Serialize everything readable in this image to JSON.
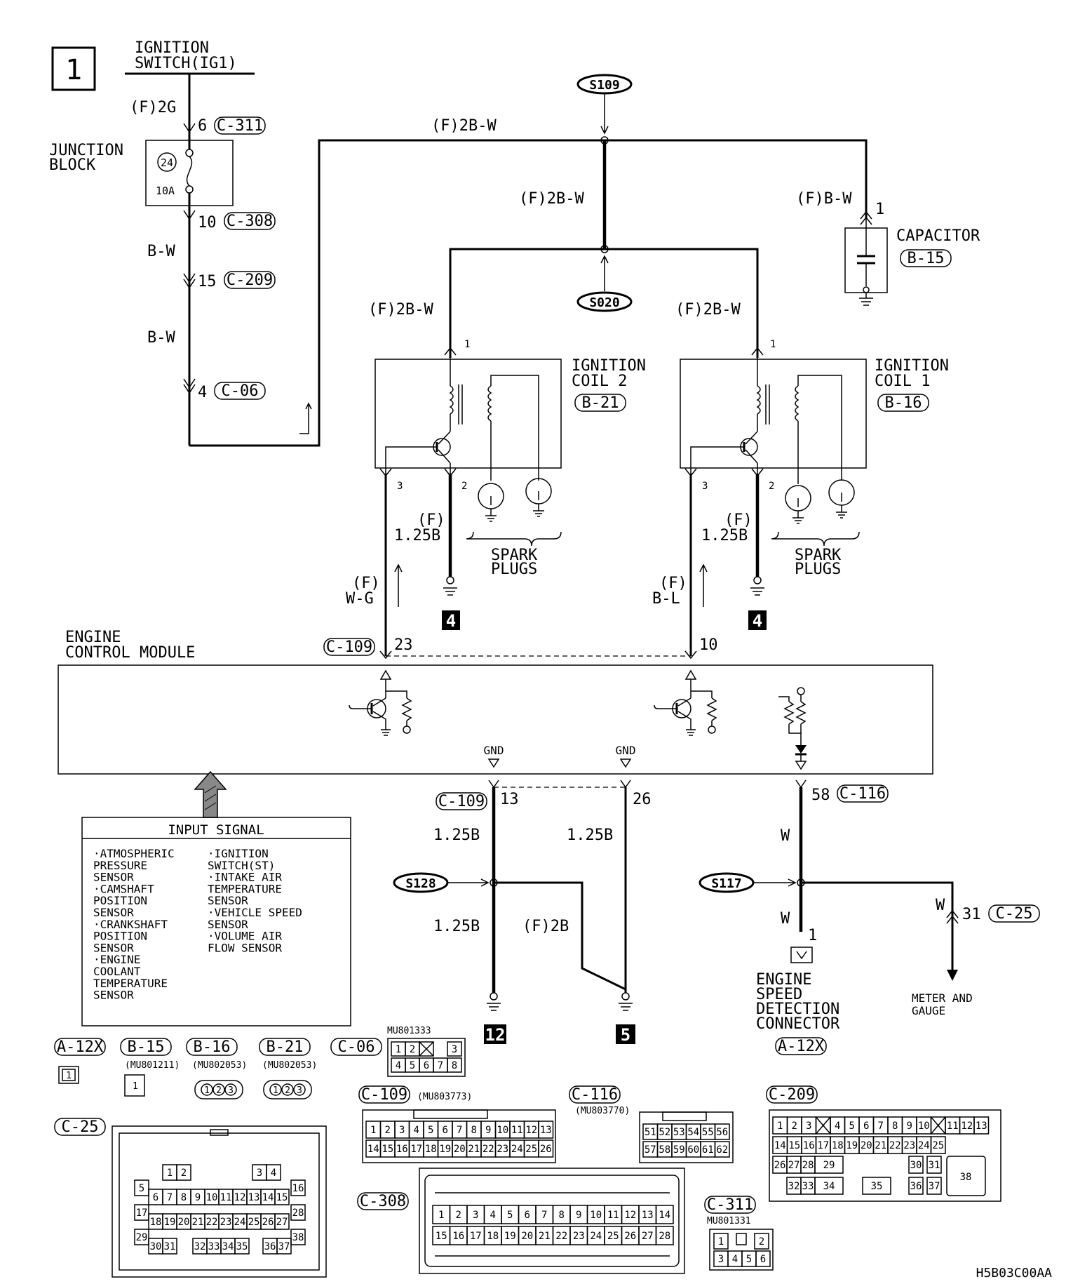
{
  "page_number": "1",
  "diagram_code": "H5B03C00AA",
  "ignition_switch": {
    "line1": "IGNITION",
    "line2": "SWITCH(IG1)",
    "wire": "(F)2G",
    "pin": "6",
    "connector": "C-311"
  },
  "junction_block": {
    "line1": "JUNCTION",
    "line2": "BLOCK",
    "fuse_no": "24",
    "fuse_rating": "10A",
    "out_pin": "10",
    "out_connector": "C-308"
  },
  "wire_b_w_1": "B-W",
  "wire_b_w_2": "B-W",
  "c209": {
    "pin": "15",
    "connector": "C-209"
  },
  "c06": {
    "pin": "4",
    "connector": "C-06"
  },
  "top_wire": "(F)2B-W",
  "splice_s109": "S109",
  "splice_s020": "S020",
  "mid_wire": "(F)2B-W",
  "coil2_wire": "(F)2B-W",
  "coil1_wire": "(F)2B-W",
  "capacitor": {
    "wire": "(F)B-W",
    "pin": "1",
    "label": "CAPACITOR",
    "connector": "B-15"
  },
  "coil2": {
    "line1": "IGNITION",
    "line2": "COIL 2",
    "connector": "B-21",
    "pin1": "1",
    "pin2": "2",
    "pin3": "3"
  },
  "coil1": {
    "line1": "IGNITION",
    "line2": "COIL 1",
    "connector": "B-16",
    "pin1": "1",
    "pin2": "2",
    "pin3": "3"
  },
  "spark_plugs_left": {
    "line1": "SPARK",
    "line2": "PLUGS"
  },
  "spark_plugs_right": {
    "line1": "SPARK",
    "line2": "PLUGS"
  },
  "ground_wire_left": {
    "line1": "(F)",
    "line2": "1.25B"
  },
  "ground_wire_right": {
    "line1": "(F)",
    "line2": "1.25B"
  },
  "ground_box_left": "4",
  "ground_box_right": "4",
  "signal_wire_left": {
    "line1": "(F)",
    "line2": "W-G"
  },
  "signal_wire_right": {
    "line1": "(F)",
    "line2": "B-L"
  },
  "ecm": {
    "line1": "ENGINE",
    "line2": "CONTROL MODULE",
    "connector_top": "C-109",
    "pin23": "23",
    "pin10": "10",
    "gnd1": "GND",
    "gnd2": "GND"
  },
  "ecm_bottom": {
    "connector": "C-109",
    "pin13": "13",
    "pin26": "26",
    "pin58": "58",
    "connector58": "C-116"
  },
  "gnd_wires": {
    "w1": "1.25B",
    "w2": "1.25B",
    "w3": "1.25B",
    "w4": "(F)2B"
  },
  "splice_s128": "S128",
  "ground_box_12": "12",
  "ground_box_5": "5",
  "splice_s117": "S117",
  "w_wire_1": "W",
  "w_wire_2": "W",
  "w_wire_3": "W",
  "meter": {
    "pin": "31",
    "connector": "C-25",
    "line1": "METER AND",
    "line2": "GAUGE"
  },
  "engine_speed": {
    "pin": "1",
    "line1": "ENGINE",
    "line2": "SPEED",
    "line3": "DETECTION",
    "line4": "CONNECTOR",
    "connector": "A-12X"
  },
  "input_signal": {
    "title": "INPUT SIGNAL",
    "col1": [
      "·ATMOSPHERIC",
      " PRESSURE",
      " SENSOR",
      "·CAMSHAFT",
      " POSITION",
      " SENSOR",
      "·CRANKSHAFT",
      " POSITION",
      " SENSOR",
      "·ENGINE",
      " COOLANT",
      " TEMPERATURE",
      " SENSOR"
    ],
    "col2": [
      "·IGNITION",
      " SWITCH(ST)",
      "·INTAKE AIR",
      " TEMPERATURE",
      " SENSOR",
      "·VEHICLE SPEED",
      " SENSOR",
      "·VOLUME AIR",
      " FLOW SENSOR"
    ]
  },
  "connectors": {
    "a12x": {
      "name": "A-12X",
      "pins": [
        "1"
      ]
    },
    "b15": {
      "name": "B-15",
      "part": "(MU801211)",
      "pins": [
        "1"
      ]
    },
    "b16": {
      "name": "B-16",
      "part": "(MU802053)",
      "pins": [
        "1",
        "2",
        "3"
      ]
    },
    "b21": {
      "name": "B-21",
      "part": "(MU802053)",
      "pins": [
        "1",
        "2",
        "3"
      ]
    },
    "c06": {
      "name": "C-06",
      "part": "MU801333",
      "row1": [
        "1",
        "2",
        "",
        "3"
      ],
      "row2": [
        "4",
        "5",
        "6",
        "7",
        "8"
      ]
    },
    "c109": {
      "name": "C-109",
      "part": "(MU803773)",
      "row1": [
        "1",
        "2",
        "3",
        "4",
        "5",
        "6",
        "7",
        "8",
        "9",
        "10",
        "11",
        "12",
        "13"
      ],
      "row2": [
        "14",
        "15",
        "16",
        "17",
        "18",
        "19",
        "20",
        "21",
        "22",
        "23",
        "24",
        "25",
        "26"
      ]
    },
    "c116": {
      "name": "C-116",
      "part": "(MU803770)",
      "row1": [
        "51",
        "52",
        "53",
        "54",
        "55",
        "56"
      ],
      "row2": [
        "57",
        "58",
        "59",
        "60",
        "61",
        "62"
      ]
    },
    "c209": {
      "name": "C-209",
      "row1": [
        "1",
        "2",
        "3",
        "",
        "4",
        "5",
        "6",
        "7",
        "8",
        "9",
        "10",
        "",
        "11",
        "12",
        "13"
      ],
      "row2": [
        "14",
        "15",
        "16",
        "17",
        "18",
        "19",
        "20",
        "21",
        "22",
        "23",
        "24",
        "25"
      ],
      "row3": [
        "26",
        "27",
        "28",
        "29",
        "30",
        "31"
      ],
      "row4": [
        "32",
        "33",
        "34",
        "35",
        "36",
        "37"
      ],
      "big": "38"
    },
    "c25": {
      "name": "C-25",
      "r1": [
        "1",
        "2",
        "3",
        "4"
      ],
      "r2": [
        "5",
        "16"
      ],
      "r3": [
        "6",
        "7",
        "8",
        "9",
        "10",
        "11",
        "12",
        "13",
        "14",
        "15"
      ],
      "r4": [
        "17",
        "28"
      ],
      "r5": [
        "18",
        "19",
        "20",
        "21",
        "22",
        "23",
        "24",
        "25",
        "26",
        "27"
      ],
      "r6": [
        "29",
        "38"
      ],
      "r7": [
        "30",
        "31",
        "32",
        "33",
        "34",
        "35",
        "36",
        "37"
      ]
    },
    "c308": {
      "name": "C-308",
      "row1": [
        "1",
        "2",
        "3",
        "4",
        "5",
        "6",
        "7",
        "8",
        "9",
        "10",
        "11",
        "12",
        "13",
        "14"
      ],
      "row2": [
        "15",
        "16",
        "17",
        "18",
        "19",
        "20",
        "21",
        "22",
        "23",
        "24",
        "25",
        "26",
        "27",
        "28"
      ]
    },
    "c311": {
      "name": "C-311",
      "part": "MU801331",
      "row1": [
        "1",
        "",
        "2"
      ],
      "row2": [
        "3",
        "4",
        "5",
        "6"
      ]
    }
  }
}
